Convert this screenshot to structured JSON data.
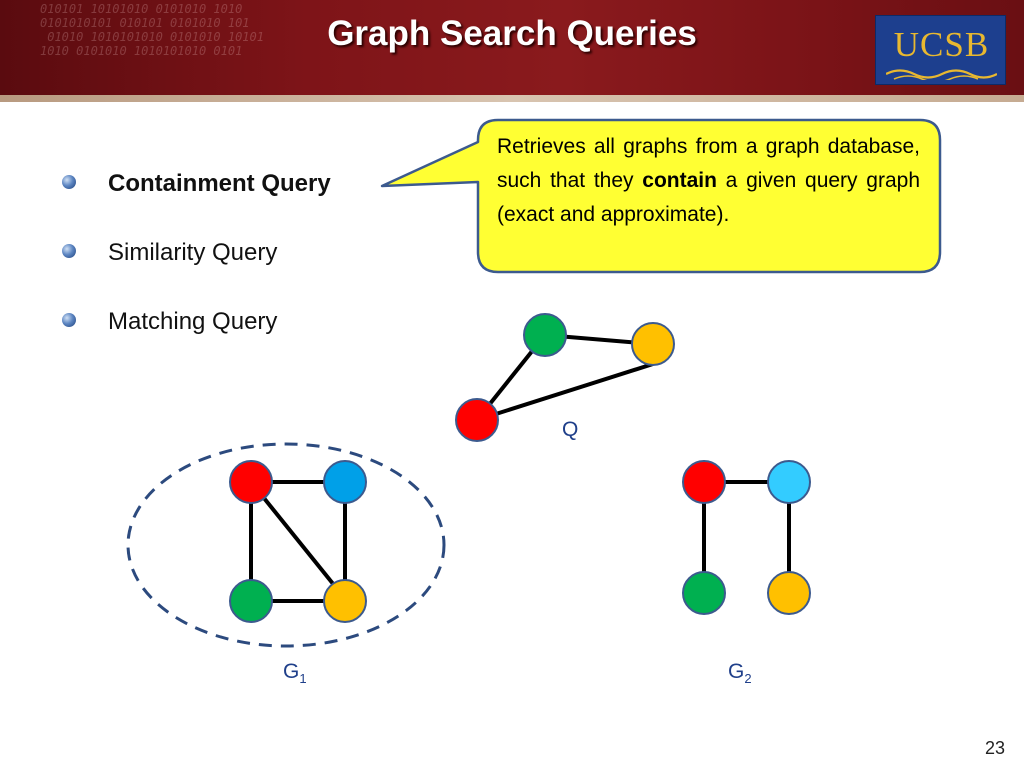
{
  "slide": {
    "title": "Graph Search Queries",
    "logo": "UCSB",
    "page_number": "23"
  },
  "bullets": [
    {
      "label": "Containment Query",
      "bold": true
    },
    {
      "label": "Similarity Query",
      "bold": false
    },
    {
      "label": "Matching Query",
      "bold": false
    }
  ],
  "callout": {
    "text_before": "Retrieves all graphs from a graph database, such that they ",
    "emphasis": "contain",
    "text_after": " a given query graph (exact and approximate).",
    "fill": "#ffff33",
    "border": "#3c5a8e"
  },
  "graphs": {
    "query_label": "Q",
    "g1": {
      "base": "G",
      "sub": "1"
    },
    "g2": {
      "base": "G",
      "sub": "2"
    }
  },
  "colors": {
    "red": "#ff0000",
    "green": "#00b050",
    "orange": "#ffc000",
    "blue": "#00a0e8",
    "lightblue": "#33ccff",
    "node_border": "#3c5a8e",
    "dashed_ellipse": "#2c4a7e"
  }
}
